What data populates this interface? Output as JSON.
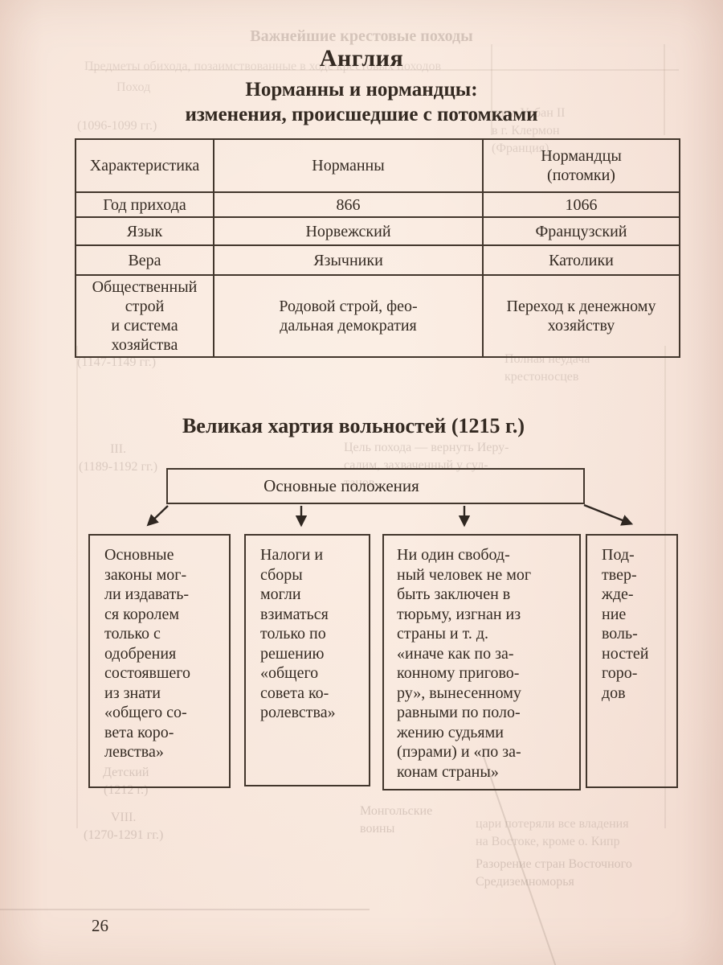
{
  "colors": {
    "paper": "#f6e3d8",
    "ink": "#342a22",
    "line": "#42362c",
    "bleed": "#8e7b72"
  },
  "page": {
    "number": "26"
  },
  "header": {
    "title": "Англия",
    "subtitle": "Норманны и нормандцы:\nизменения, происшедшие с потомками"
  },
  "table": {
    "headers": [
      "Характеристика",
      "Норманны",
      "Нормандцы\n(потомки)"
    ],
    "rows": [
      [
        "Год прихода",
        "866",
        "1066"
      ],
      [
        "Язык",
        "Норвежский",
        "Французский"
      ],
      [
        "Вера",
        "Язычники",
        "Католики"
      ],
      [
        "Общественный строй\nи система хозяйства",
        "Родовой строй, фео-\nдальная демократия",
        "Переход к денежному\nхозяйству"
      ]
    ]
  },
  "charter": {
    "heading": "Великая хартия вольностей (1215 г.)",
    "root_box": "Основные положения",
    "provisions": [
      "Основные\nзаконы мог-\nли издавать-\nся королем\nтолько с\nодобрения\nсостоявшего\nиз знати\n«общего со-\nвета коро-\nлевства»",
      "Налоги и\nсборы\nмогли\nвзиматься\nтолько по\nрешению\n«общего\nсовета ко-\nролевства»",
      "Ни один свобод-\nный человек не мог\nбыть заключен в\nтюрьму, изгнан из\nстраны и т. д.\n«иначе как по за-\nконному пригово-\nру», вынесенному\nравными по поло-\nжению судьями\n(пэрами) и «по за-\nконам страны»",
      "Под-\nтвер-\nжде-\nние\nволь-\nностей\nгоро-\nдов"
    ]
  },
  "bleedthrough": {
    "f1": "Важнейшие крестовые походы",
    "f2": "Предметы обихода, позаимствованные в ходе крестовых походов",
    "f3": "Поход",
    "f4": "(1096-1099 гг.)",
    "f5": "папа Урбан II\nв г. Клермон\n(Франция)",
    "f6": "(1147-1149 гг.)",
    "f7": "Полная неудача\nкрестоносцев",
    "f8": "III.\n(1189-1192 гг.)",
    "f9": "Цель похода — вернуть Иеру-\nсалим, захваченный у сул-\nтанов",
    "f10": "Детский\n(1212 г.)",
    "f11": "VIII.\n(1270-1291 гг.)",
    "f12": "Монгольские\nвоины",
    "f13": "цари потеряли все владения\nна Востоке, кроме о. Кипр",
    "f14": "Разорение стран Восточного\nСредиземноморья"
  }
}
